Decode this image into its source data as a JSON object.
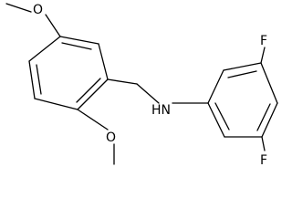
{
  "atoms": {
    "methoxy_top_oxygen": "O",
    "methoxy_bottom_oxygen": "O",
    "amine": "HN",
    "fluorine_top": "F",
    "fluorine_bottom": "F"
  },
  "colors": {
    "bond": "#000000",
    "label": "#000000",
    "background": "#ffffff"
  }
}
